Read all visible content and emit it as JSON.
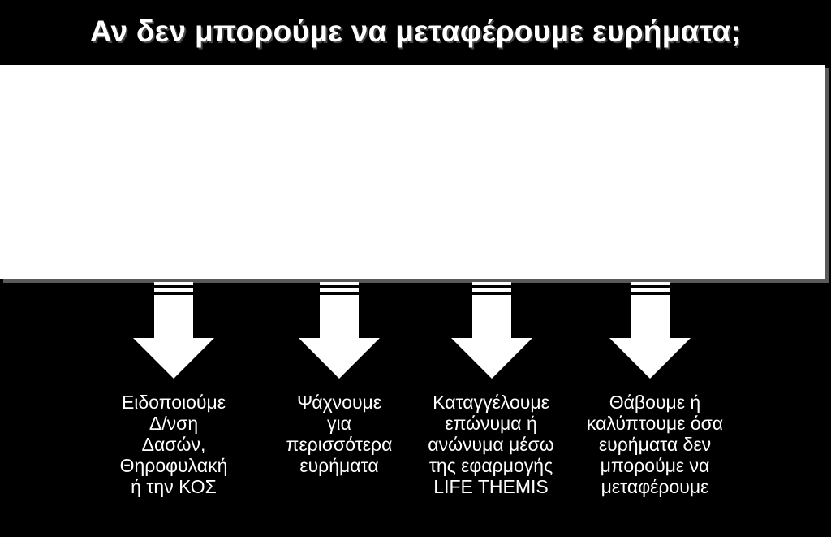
{
  "title": "Αν δεν μπορούμε να μεταφέρουμε ευρήματα;",
  "colors": {
    "background": "#000000",
    "box": "#ffffff",
    "arrow": "#ffffff",
    "text": "#ffffff"
  },
  "arrow_icon": "down-arrow-icon",
  "options": [
    {
      "lines": [
        "Ειδοποιούμε",
        "Δ/νση",
        "Δασών,",
        "Θηροφυλακή",
        "ή την ΚΟΣ"
      ]
    },
    {
      "lines": [
        "Ψάχνουμε",
        "για",
        "περισσότερα",
        "ευρήματα"
      ]
    },
    {
      "lines": [
        "Καταγγέλουμε",
        "επώνυμα ή",
        "ανώνυμα μέσω",
        "της εφαρμογής",
        "LIFE THEMIS"
      ]
    },
    {
      "lines": [
        "Θάβουμε ή",
        "καλύπτουμε όσα",
        "ευρήματα δεν",
        "μπορούμε να",
        "μεταφέρουμε"
      ]
    }
  ]
}
